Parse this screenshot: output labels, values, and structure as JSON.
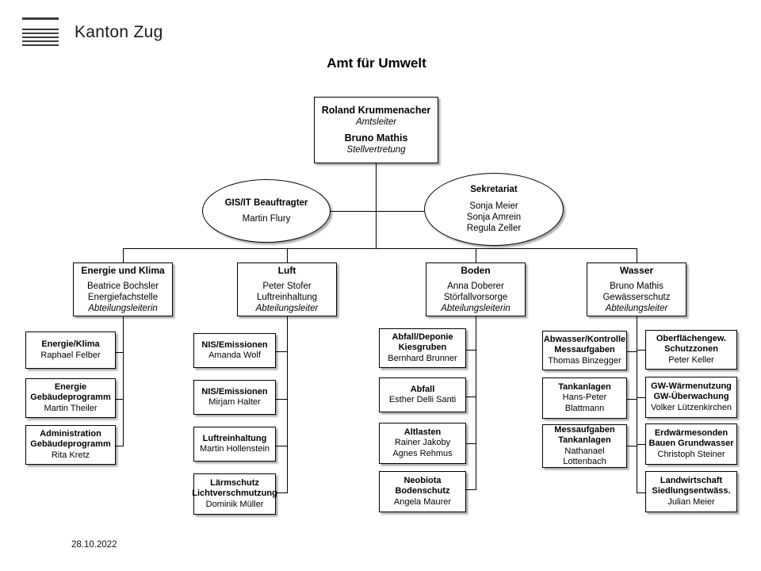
{
  "brand": {
    "logo_icon": "kanton-zug-bars-logo",
    "name": "Kanton Zug"
  },
  "title": "Amt für Umwelt",
  "footer": {
    "date": "28.10.2022"
  },
  "colors": {
    "line": "#000000",
    "box_border": "#000000",
    "box_fill": "#ffffff",
    "background": "#ffffff",
    "logo": "#3a3a3a"
  },
  "root": {
    "name": "Roland Krummenacher",
    "role": "Amtsleiter",
    "deputy_name": "Bruno Mathis",
    "deputy_role": "Stellvertretung"
  },
  "staff_ellipses": [
    {
      "id": "gis-it",
      "title": "GIS/IT Beauftragter",
      "people": [
        "Martin Flury"
      ]
    },
    {
      "id": "sekretariat",
      "title": "Sekretariat",
      "people": [
        "Sonja Meier",
        "Sonja Amrein",
        "Regula Zeller"
      ]
    }
  ],
  "departments": [
    {
      "id": "energie-und-klima",
      "title": "Energie und Klima",
      "person": "Beatrice Bochsler",
      "unit": "Energiefachstelle",
      "role": "Abteilungsleiterin",
      "children_left": [],
      "children": [
        {
          "title": "Energie/Klima",
          "title2": "",
          "people": [
            "Raphael Felber"
          ]
        },
        {
          "title": "Energie",
          "title2": "Gebäudeprogramm",
          "people": [
            "Martin Theiler"
          ]
        },
        {
          "title": "Administration",
          "title2": "Gebäudeprogramm",
          "people": [
            "Rita Kretz"
          ]
        }
      ]
    },
    {
      "id": "luft",
      "title": "Luft",
      "person": "Peter Stofer",
      "unit": "Luftreinhaltung",
      "role": "Abteilungsleiter",
      "children_left": [],
      "children": [
        {
          "title": "NIS/Emissionen",
          "title2": "",
          "people": [
            "Amanda Wolf"
          ]
        },
        {
          "title": "NIS/Emissionen",
          "title2": "",
          "people": [
            "Mirjam Halter"
          ]
        },
        {
          "title": "Luftreinhaltung",
          "title2": "",
          "people": [
            "Martin Hollenstein"
          ]
        },
        {
          "title": "Lärmschutz",
          "title2": "Lichtverschmutzung",
          "people": [
            "Dominik Müller"
          ]
        }
      ]
    },
    {
      "id": "boden",
      "title": "Boden",
      "person": "Anna Doberer",
      "unit": "Störfallvorsorge",
      "role": "Abteilungsleiterin",
      "children_left": [],
      "children": [
        {
          "title": "Abfall/Deponie",
          "title2": "Kiesgruben",
          "people": [
            "Bernhard Brunner"
          ]
        },
        {
          "title": "Abfall",
          "title2": "",
          "people": [
            "Esther Delli Santi"
          ]
        },
        {
          "title": "Altlasten",
          "title2": "",
          "people": [
            "Rainer Jakoby",
            "Agnes Rehmus"
          ]
        },
        {
          "title": "Neobiota",
          "title2": "Bodenschutz",
          "people": [
            "Angela Maurer"
          ]
        }
      ]
    },
    {
      "id": "wasser",
      "title": "Wasser",
      "person": "Bruno Mathis",
      "unit": "Gewässerschutz",
      "role": "Abteilungsleiter",
      "children_left": [
        {
          "title": "Abwasser/Kontrolle",
          "title2": "Messaufgaben",
          "people": [
            "Thomas Binzegger"
          ]
        },
        {
          "title": "Tankanlagen",
          "title2": "",
          "people": [
            "Hans-Peter",
            "Blattmann"
          ]
        },
        {
          "title": "Messaufgaben",
          "title2": "Tankanlagen",
          "people": [
            "Nathanael",
            "Lottenbach"
          ]
        }
      ],
      "children": [
        {
          "title": "Oberflächengew.",
          "title2": "Schutzzonen",
          "people": [
            "Peter Keller"
          ]
        },
        {
          "title": "GW-Wärmenutzung",
          "title2": "GW-Überwachung",
          "people": [
            "Volker Lützenkirchen"
          ]
        },
        {
          "title": "Erdwärmesonden",
          "title2": "Bauen Grundwasser",
          "people": [
            "Christoph Steiner"
          ]
        },
        {
          "title": "Landwirtschaft",
          "title2": "Siedlungsentwäss.",
          "people": [
            "Julian Meier"
          ]
        }
      ]
    }
  ]
}
